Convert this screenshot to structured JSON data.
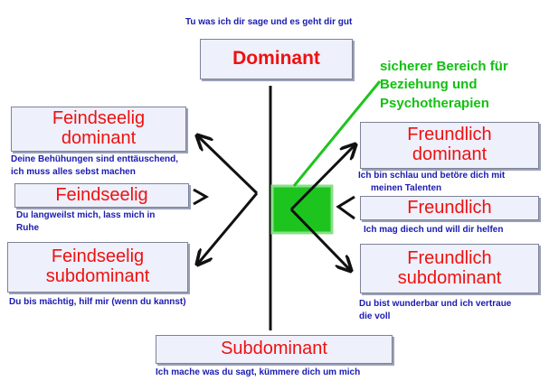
{
  "top_caption": "Tu was ich dir sage und es geht dir gut",
  "dominant": "Dominant",
  "subdominant": "Subdominant",
  "bottom_caption": "Ich mache was du sagt, kümmere dich um mich",
  "safe_zone_label": [
    "sicherer Bereich für",
    "Beziehung und",
    "Psychotherapien"
  ],
  "left": {
    "feindseelig_dominant": {
      "lines": [
        "Feindseelig",
        "dominant"
      ],
      "caption": [
        "Deine Behühungen sind enttäuschend,",
        "ich muss alles sebst machen"
      ]
    },
    "feindseelig": {
      "lines": [
        "Feindseelig"
      ],
      "caption": [
        "Du langweilst mich, lass mich in",
        "Ruhe"
      ]
    },
    "feindseelig_subdominant": {
      "lines": [
        "Feindseelig",
        "subdominant"
      ],
      "caption": [
        "Du bis mächtig, hilf mir (wenn du kannst)"
      ]
    }
  },
  "right": {
    "freundlich_dominant": {
      "lines": [
        "Freundlich",
        "dominant"
      ],
      "caption": [
        "Ich bin schlau und betöre dich mit",
        "meinen Talenten"
      ]
    },
    "freundlich": {
      "lines": [
        "Freundlich"
      ],
      "caption": [
        "Ich mag diech und will dir helfen"
      ]
    },
    "freundlich_subdominant": {
      "lines": [
        "Freundlich",
        "subdominant"
      ],
      "caption": [
        "Du bist wunderbar und ich vertraue",
        "die voll"
      ]
    }
  },
  "colors": {
    "box_text": "#ee1111",
    "caption": "#1a1ab0",
    "safe_zone": "#12c012"
  }
}
